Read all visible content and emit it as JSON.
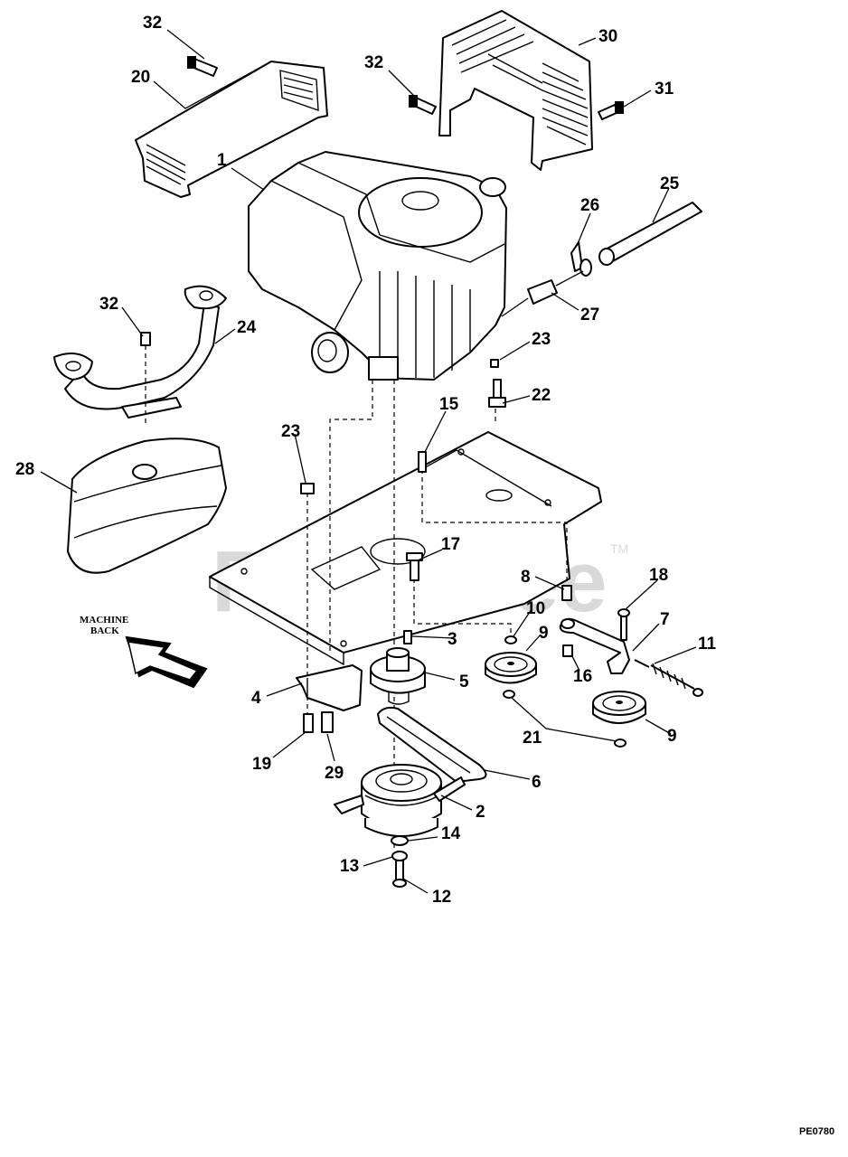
{
  "watermark": {
    "text": "PartsTree",
    "trademark": "TM"
  },
  "direction_label": {
    "line1": "MACHINE",
    "line2": "BACK"
  },
  "drawing_code": "PE0780",
  "callouts": {
    "c1": "1",
    "c2": "2",
    "c3": "3",
    "c4": "4",
    "c5": "5",
    "c6": "6",
    "c7": "7",
    "c8": "8",
    "c9a": "9",
    "c9b": "9",
    "c10": "10",
    "c11": "11",
    "c12": "12",
    "c13": "13",
    "c14": "14",
    "c15": "15",
    "c16": "16",
    "c17": "17",
    "c18": "18",
    "c19": "19",
    "c20": "20",
    "c21": "21",
    "c22": "22",
    "c23a": "23",
    "c23b": "23",
    "c24": "24",
    "c25": "25",
    "c26": "26",
    "c27": "27",
    "c28": "28",
    "c29": "29",
    "c30": "30",
    "c31": "31",
    "c32a": "32",
    "c32b": "32",
    "c32c": "32"
  }
}
